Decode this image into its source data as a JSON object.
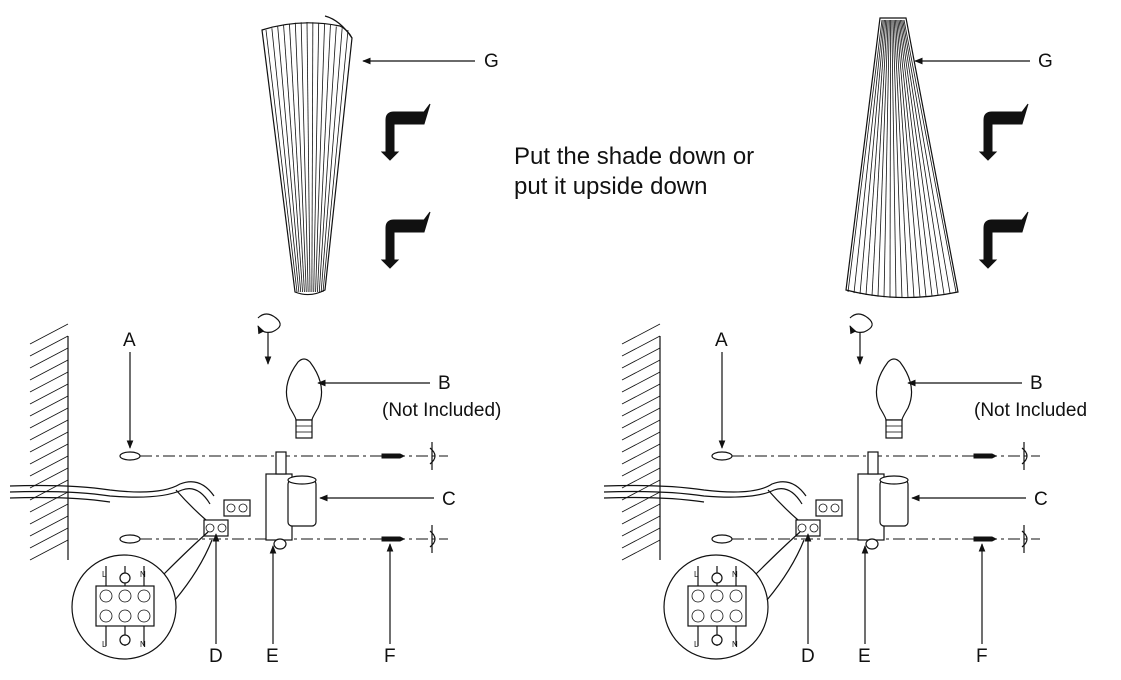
{
  "instruction": {
    "line1": "Put the shade down or",
    "line2": "put it upside down"
  },
  "left_figure": {
    "label_g": "G",
    "label_a": "A",
    "label_b": "B",
    "label_b_note": "(Not Included)",
    "label_c": "C",
    "label_d": "D",
    "label_e": "E",
    "label_f": "F"
  },
  "right_figure": {
    "label_g": "G",
    "label_a": "A",
    "label_b": "B",
    "label_b_note": "(Not Included",
    "label_c": "C",
    "label_d": "D",
    "label_e": "E",
    "label_f": "F"
  },
  "terminal_marks": {
    "live": "L",
    "neutral": "N"
  }
}
